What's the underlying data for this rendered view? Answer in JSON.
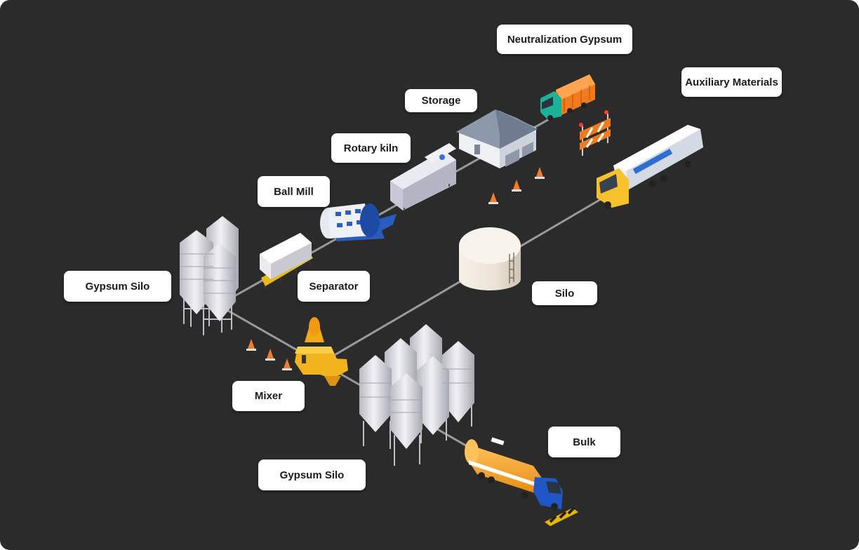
{
  "labels": {
    "neutralization_gypsum": "Neutralization Gypsum",
    "auxiliary_materials": "Auxiliary Materials",
    "storage": "Storage",
    "rotary_kiln": "Rotary kiln",
    "ball_mill": "Ball Mill",
    "gypsum_silo_left": "Gypsum Silo",
    "separator": "Separator",
    "silo": "Silo",
    "mixer": "Mixer",
    "bulk": "Bulk",
    "gypsum_silo_bottom": "Gypsum Silo"
  },
  "colors": {
    "background": "#2b2b2c",
    "pipe": "#9a9a9a",
    "label_bg": "#ffffff",
    "label_text": "#1c1c1c",
    "silo_metal": "#d9d9df",
    "mixer_yellow": "#f2b41c",
    "truck_orange": "#f07a1e",
    "truck_green": "#1ab39a",
    "tanker_orange": "#f5a623",
    "cab_blue": "#1f57c6",
    "tanker_white": "#eef1f5",
    "cab_yellow": "#f6c12a",
    "storage_wall": "#dfe3ea",
    "storage_roof": "#8d99ab",
    "mill_blue": "#2c5fc4",
    "silo_tank": "#efe7dc",
    "cone_orange": "#f07d2b",
    "barrier_orange": "#f07a1e"
  },
  "icons": [
    "silo-icon",
    "separator-icon",
    "ball-mill-icon",
    "rotary-kiln-icon",
    "storage-icon",
    "dump-truck-icon",
    "barrier-icon",
    "tanker-truck-icon",
    "storage-tank-icon",
    "mixer-icon",
    "bulk-truck-icon",
    "traffic-cone-icon"
  ]
}
